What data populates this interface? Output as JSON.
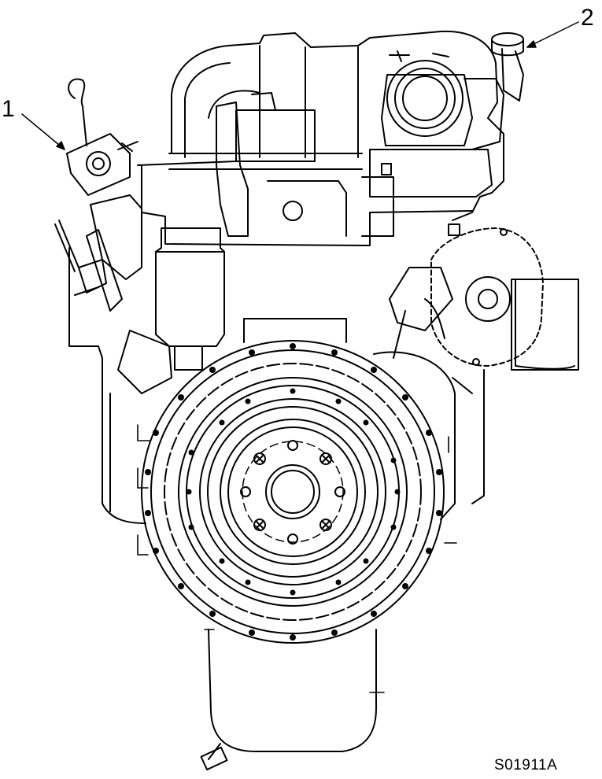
{
  "diagram": {
    "callouts": [
      {
        "number": "1"
      },
      {
        "number": "2"
      }
    ],
    "figure_id": "S01911A"
  },
  "colors": {
    "line": "#000000",
    "background": "#ffffff"
  }
}
